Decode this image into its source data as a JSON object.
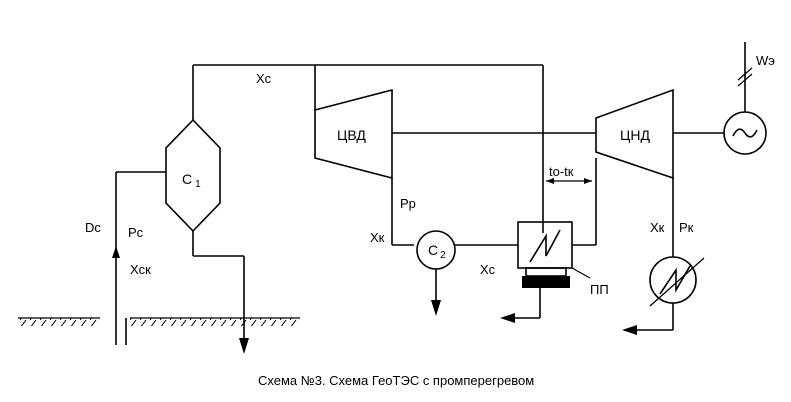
{
  "diagram": {
    "labels": {
      "xc_top": "Хс",
      "cvd": "ЦВД",
      "cnd": "ЦНД",
      "w": "Wэ",
      "c1": "С",
      "c1_sub": "1",
      "c2": "С",
      "c2_sub": "2",
      "dc": "Dс",
      "pc": "Рс",
      "xck": "Хск",
      "pp": "Рр",
      "xk_left": "Хк",
      "xc_bottom": "Хс",
      "to_tk": "to-tк",
      "xk_right": "Хк",
      "pk": "Рк",
      "pp_label": "ПП"
    },
    "caption": "Схема №3. Схема ГеоТЭС с промперегревом"
  }
}
